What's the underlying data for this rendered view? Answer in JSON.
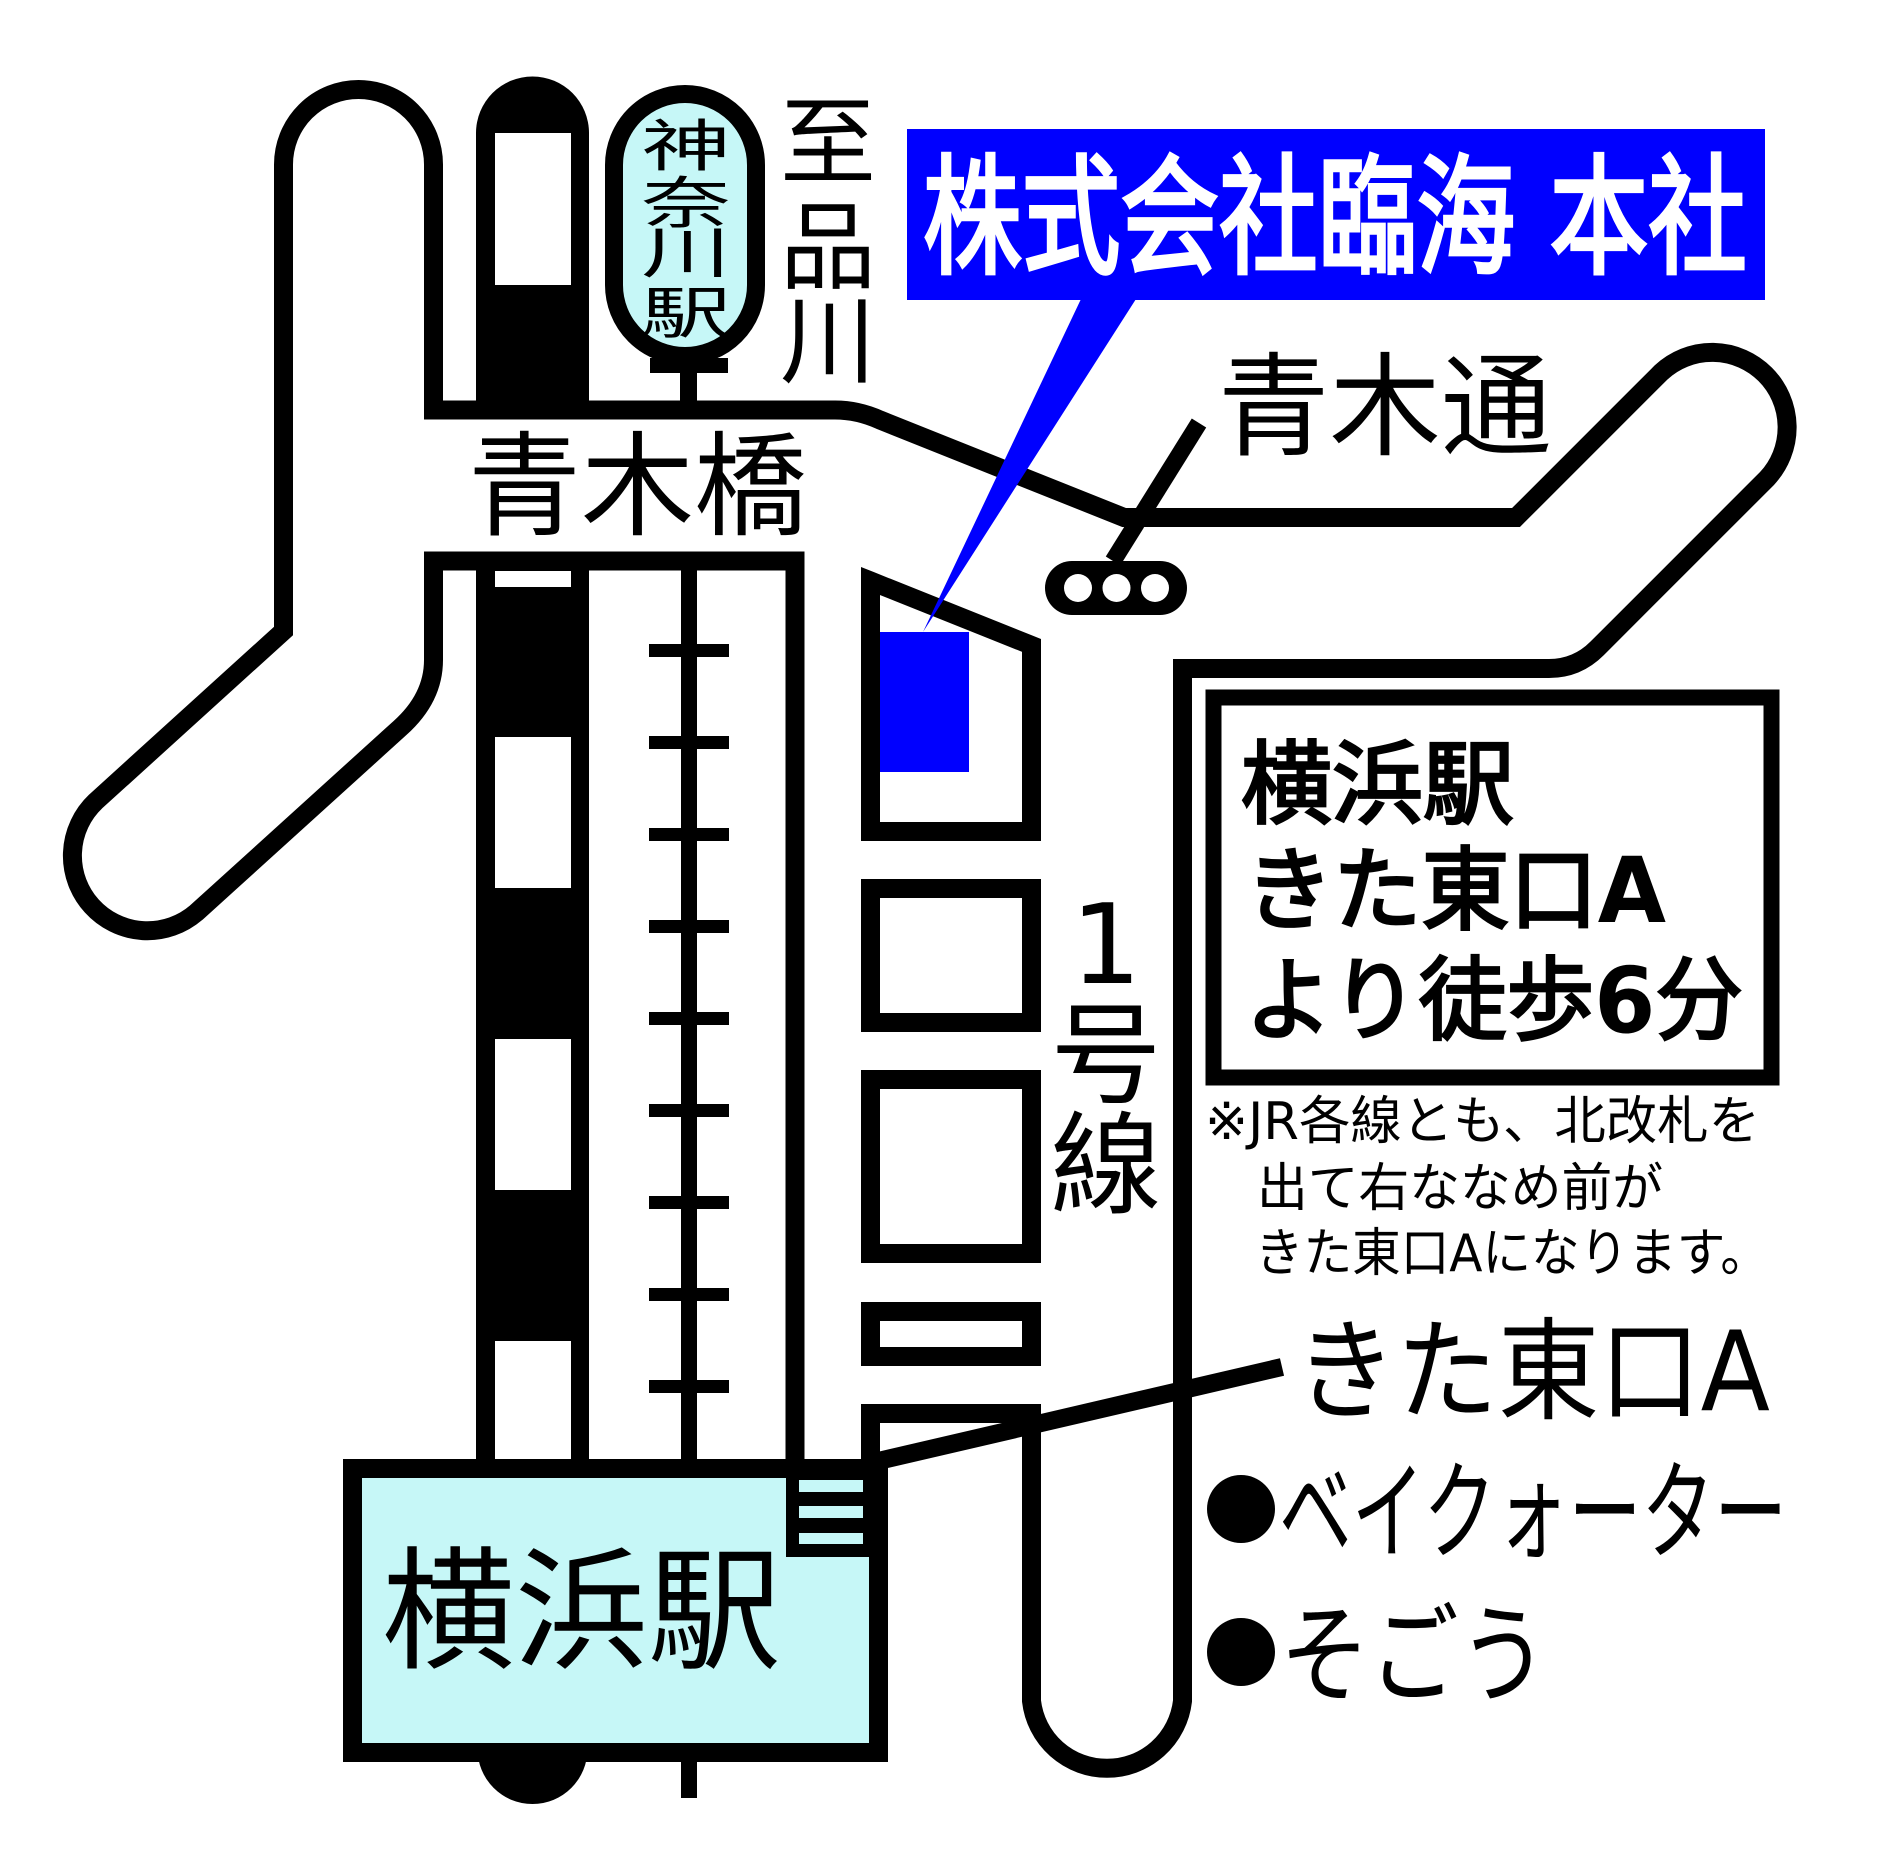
{
  "map": {
    "banner": {
      "label": "株式会社臨海 本社",
      "background_color": "#0000FF",
      "text_color": "#FFFFFF"
    },
    "labels": {
      "kanagawa_station": "神奈川駅",
      "to_shinagawa": "至品川",
      "aoki_bridge": "青木橋",
      "aoki_street": "青木通",
      "route_1": "1号線",
      "yokohama_station": "横浜駅",
      "north_east_exit_a": "きた東口A"
    },
    "info_box": {
      "lines": [
        "横浜駅",
        "きた東口A",
        "より徒歩6分"
      ]
    },
    "note": {
      "lines": [
        "※JR各線とも、北改札を",
        "出て右ななめ前が",
        "きた東口Aになります。"
      ]
    },
    "landmarks": [
      {
        "label": "ベイクォーター",
        "icon": "bullet"
      },
      {
        "label": "そごう",
        "icon": "bullet"
      }
    ],
    "icons": {
      "traffic_signal": "traffic-signal",
      "exit_stairs": "stairs",
      "office_marker": "blue-square",
      "bullet": "filled-circle"
    },
    "colors": {
      "background": "#FFFFFF",
      "lines": "#000000",
      "station_fill": "#C6F7F7",
      "office_marker": "#0000FF",
      "banner": "#0000FF"
    }
  }
}
